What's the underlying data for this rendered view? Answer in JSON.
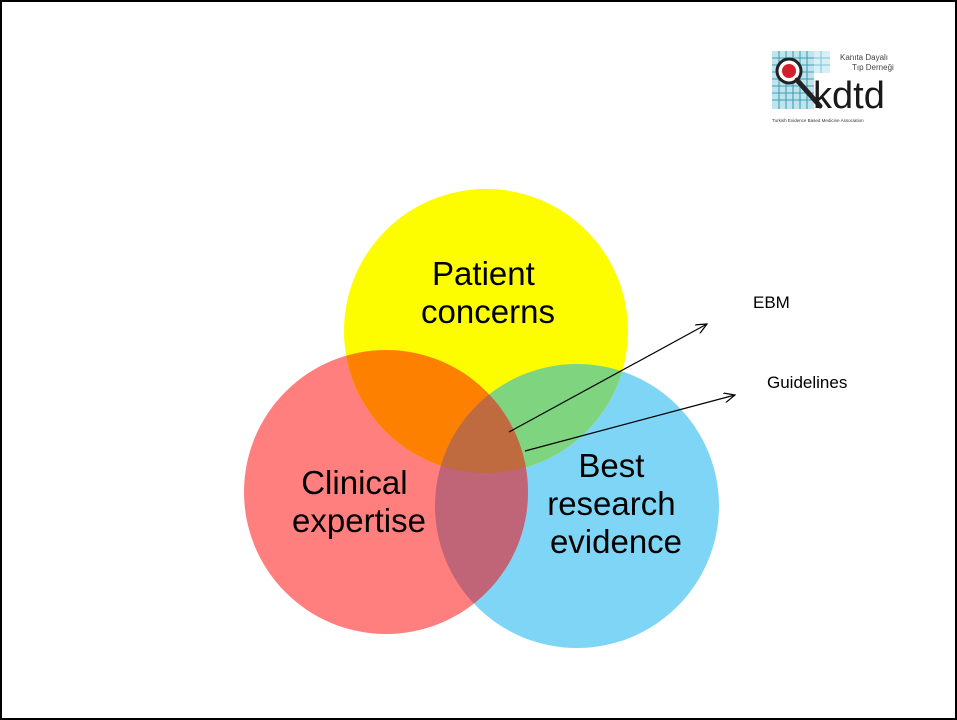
{
  "colors": {
    "patient": "#fdfd00",
    "clinical": "#ff7f7f",
    "research": "#7fd5f5",
    "patient_clinical": "#fd8000",
    "patient_research": "#7fd57f",
    "clinical_research": "#c06478",
    "center": "#c06a40"
  },
  "circles": {
    "patient": [
      "Patient",
      "concerns"
    ],
    "clinical": [
      "Clinical",
      "expertise"
    ],
    "research": [
      "Best",
      "research",
      "evidence"
    ]
  },
  "annotations": {
    "ebm": "EBM",
    "guidelines": "Guidelines"
  },
  "logo": {
    "org_line1": "Kanıta Dayalı",
    "org_line2": "Tıp Derneği",
    "abbr": "kdtd",
    "english": "Turkish Evidence Based Medicine Association",
    "icon": "magnifier-icon"
  }
}
